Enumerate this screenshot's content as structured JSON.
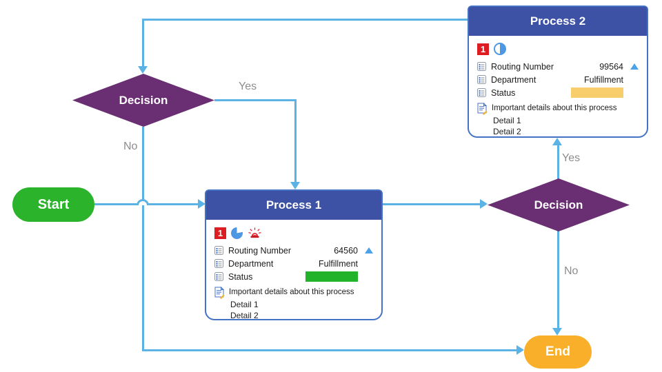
{
  "colors": {
    "connector": "#5BB2E5",
    "process_header": "#3E52A5",
    "card_border": "#4472C4",
    "decision_fill": "#6A2E72",
    "start_fill": "#2BB32C",
    "end_fill": "#F9AF29",
    "status_green": "#22B32B",
    "status_yellow": "#F7CE6B",
    "sort_triangle": "#4BA2E8"
  },
  "nodes": {
    "start": {
      "label": "Start"
    },
    "end": {
      "label": "End"
    },
    "decision_top": {
      "label": "Decision"
    },
    "decision_right": {
      "label": "Decision"
    },
    "process1": {
      "title": "Process 1",
      "badge": "1",
      "icons": [
        "data-graphic-1",
        "pie-chart",
        "alarm"
      ],
      "fields": [
        {
          "label": "Routing Number",
          "value": "64560",
          "sort": "ascending"
        },
        {
          "label": "Department",
          "value": "Fulfillment"
        },
        {
          "label": "Status",
          "value": "",
          "bar_color": "#22B32B"
        }
      ],
      "note_title": "Important details about this process",
      "details": [
        "Detail 1",
        "Detail 2"
      ]
    },
    "process2": {
      "title": "Process 2",
      "badge": "1",
      "icons": [
        "data-graphic-1",
        "half-circle"
      ],
      "fields": [
        {
          "label": "Routing Number",
          "value": "99564",
          "sort": "ascending"
        },
        {
          "label": "Department",
          "value": "Fulfillment"
        },
        {
          "label": "Status",
          "value": "",
          "bar_color": "#F7CE6B"
        }
      ],
      "note_title": "Important details about this process",
      "details": [
        "Detail 1",
        "Detail 2"
      ]
    }
  },
  "edges": {
    "yes_top": "Yes",
    "no_left": "No",
    "yes_right": "Yes",
    "no_right": "No"
  }
}
